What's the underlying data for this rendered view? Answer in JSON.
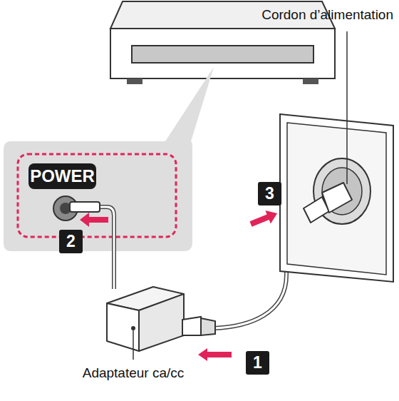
{
  "diagram": {
    "labels": [
      "POWER",
      "Cordon d’alimentation",
      "Adaptateur ca/cc",
      "1",
      "2",
      "3"
    ]
  }
}
